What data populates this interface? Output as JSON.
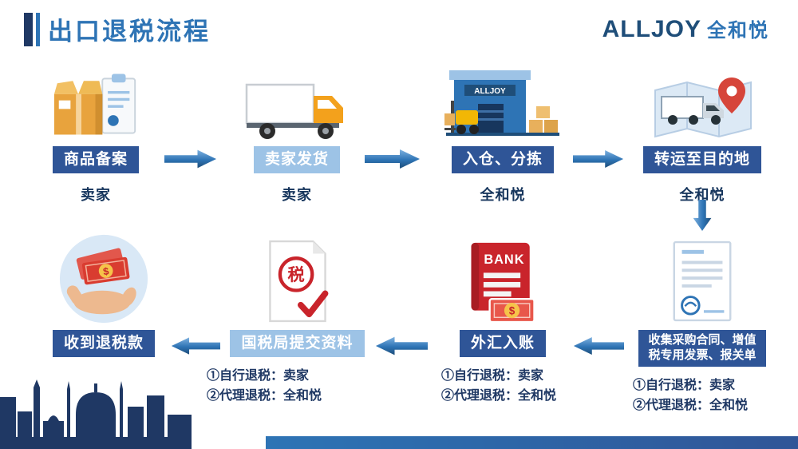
{
  "page": {
    "title": "出口退税流程"
  },
  "logo": {
    "brand": "ALLJOY",
    "brand_cn": "全和悦"
  },
  "colors": {
    "dark_step": "#2F5597",
    "light_step": "#9DC3E6",
    "title_blue": "#2E74B5",
    "navy": "#1F3864",
    "arrow_blue": "#2E74B5",
    "seal_red": "#C9242B"
  },
  "flow": {
    "top": [
      {
        "label": "商品备案",
        "owner": "卖家",
        "icon": "package-box-icon"
      },
      {
        "label": "卖家发货",
        "owner": "卖家",
        "icon": "delivery-truck-icon"
      },
      {
        "label": "入仓、分拣",
        "owner": "全和悦",
        "icon": "warehouse-forklift-icon"
      },
      {
        "label": "转运至目的地",
        "owner": "全和悦",
        "icon": "truck-map-pin-icon"
      }
    ],
    "bottom": [
      {
        "label": "收到退税款",
        "icon": "hand-money-icon",
        "notes": []
      },
      {
        "label": "国税局提交资料",
        "icon": "tax-seal-document-icon",
        "notes": [
          "①自行退税：卖家",
          "②代理退税：全和悦"
        ]
      },
      {
        "label": "外汇入账",
        "icon": "bank-passbook-icon",
        "notes": [
          "①自行退税：卖家",
          "②代理退税：全和悦"
        ]
      },
      {
        "label": "收集采购合同、增值\n税专用发票、报关单",
        "icon": "contract-documents-icon",
        "notes": [
          "①自行退税：卖家",
          "②代理退税：全和悦"
        ]
      }
    ]
  },
  "icon_text": {
    "warehouse_sign": "ALLJOY",
    "bank_label": "BANK",
    "tax_seal": "税",
    "money_symbol": "$"
  }
}
